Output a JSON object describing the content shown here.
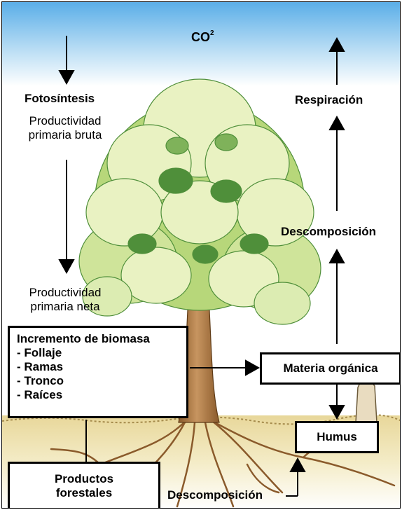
{
  "co2": {
    "label": "CO",
    "superscript": "2"
  },
  "left": {
    "photosynthesis": "Fotosíntesis",
    "gross_line1": "Productividad",
    "gross_line2": "primaria bruta",
    "net_line1": "Productividad",
    "net_line2": "primaria neta"
  },
  "right": {
    "respiration": "Respiración",
    "decomposition": "Descomposición"
  },
  "biomass_box": {
    "title": "Incremento de biomasa",
    "items": [
      "- Follaje",
      "- Ramas",
      "- Tronco",
      "- Raíces"
    ]
  },
  "organic_matter": "Materia orgánica",
  "humus": "Humus",
  "forest_products": {
    "line1": "Productos",
    "line2": "forestales"
  },
  "bottom_decomposition": "Descomposición",
  "colors": {
    "sky_top": "#5aaee8",
    "sky_bottom": "#ffffff",
    "foliage_light": "#e9f2c2",
    "foliage_mid": "#b7d77a",
    "foliage_dark": "#4f8f3a",
    "trunk": "#b5834e",
    "soil": "#f0e6b8"
  }
}
